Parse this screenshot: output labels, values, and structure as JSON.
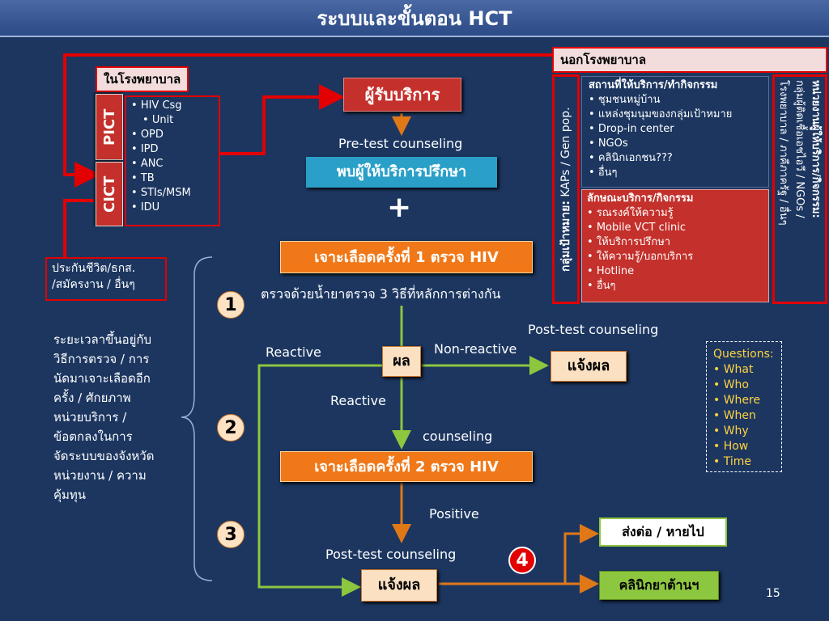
{
  "title": "ระบบและขั้นตอน HCT",
  "hospital_label": "ในโรงพยาบาล",
  "pict_label": "PICT",
  "cict_label": "CICT",
  "hospital_units": [
    "HIV Csg",
    "Unit",
    "OPD",
    "IPD",
    "ANC",
    "TB",
    "STIs/MSM",
    "IDU"
  ],
  "insurance_text": [
    "ประกันชีวิต/ธกส.",
    "/สมัครงาน / อื่นๆ"
  ],
  "outside_label": "นอกโรงพยาบาล",
  "target_group": {
    "label_bold": "กลุ่มเป้าหมาย:",
    "label_rest": " KAPs / Gen pop."
  },
  "service_places": {
    "title": "สถานที่ให้บริการ/ทำกิจกรรม",
    "items": [
      "ชุมชนหมู่บ้าน",
      "แหล่งชุมนุมของกลุ่มเป้าหมาย",
      "Drop-in center",
      "NGOs",
      "คลินิกเอกชน???",
      "อื่นๆ"
    ]
  },
  "service_types": {
    "title": "ลักษณะบริการ/กิจกรรม",
    "items": [
      "รณรงค์ให้ความรู้",
      "Mobile VCT clinic",
      "ให้บริการปรึกษา",
      "ให้ความรู้/บอกบริการ",
      "Hotline",
      "อื่นๆ"
    ]
  },
  "service_units": {
    "title": "หน่วยงานผู้ให้บริการ/กิจกรรม:",
    "line2": "กลุ่มผู้ติดเชื้อเอชไอวี / NGOs /",
    "line3": "โรงพยาบาล / ภาคีภาครัฐ / อื่นๆ"
  },
  "client_label": "ผู้รับบริการ",
  "pretest_label": "Pre-test counseling",
  "meet_counselor_label": "พบผู้ให้บริการปรึกษา",
  "plus_label": "+",
  "blood_test1_label": "เจาะเลือดครั้งที่ 1 ตรวจ HIV",
  "three_methods_text": "ตรวจด้วยน้ำยาตรวจ 3 วิธีที่หลักการต่างกัน",
  "posttest_top_label": "Post-test counseling",
  "reactive_left_label": "Reactive",
  "nonreactive_label": "Non-reactive",
  "result_label": "ผล",
  "notify_right_label": "แจ้งผล",
  "reactive_down_label": "Reactive",
  "counseling_label": "counseling",
  "blood_test2_label": "เจาะเลือดครั้งที่ 2 ตรวจ HIV",
  "positive_label": "Positive",
  "posttest_bottom_label": "Post-test counseling",
  "notify_bottom_label": "แจ้งผล",
  "refer_label": "ส่งต่อ / หายไป",
  "arv_clinic_label": "คลินิกยาต้านฯ",
  "step_numbers": [
    "1",
    "2",
    "3",
    "4"
  ],
  "timing_text": [
    "ระยะเวลาขึ้นอยู่กับ",
    "วิธีการตรวจ / การ",
    "นัดมาเจาะเลือดอีก",
    "ครั้ง / ศักยภาพ",
    "หน่วยบริการ /",
    "ข้อตกลงในการ",
    "จัดระบบของจังหวัด",
    "หน่วยงาน / ความ",
    "คุ้มทุน"
  ],
  "questions": {
    "title": "Questions:",
    "items": [
      "What",
      "Who",
      "Where",
      "When",
      "Why",
      "How",
      "Time"
    ]
  },
  "slide_number": "15",
  "colors": {
    "background": "#1c3660",
    "red": "#c4302b",
    "orange": "#f07818",
    "teal": "#2aa0c8",
    "green": "#8dc63f",
    "accent_line": "#e20000"
  }
}
